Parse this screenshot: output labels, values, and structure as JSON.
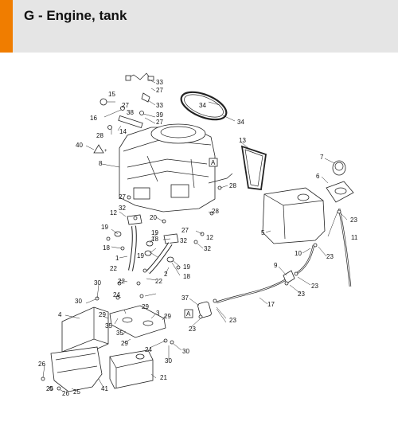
{
  "header": {
    "title": "G - Engine, tank",
    "accent_color": "#f07d00",
    "background_color": "#e5e5e5"
  },
  "diagram": {
    "callout_markers": [
      "A",
      "A"
    ],
    "labels": [
      "33",
      "27",
      "15",
      "33",
      "27",
      "38",
      "39",
      "27",
      "16",
      "14",
      "28",
      "34",
      "34",
      "13",
      "40",
      "8",
      "7",
      "6",
      "23",
      "28",
      "27",
      "32",
      "12",
      "20",
      "28",
      "5",
      "19",
      "19",
      "27",
      "12",
      "32",
      "18",
      "18",
      "32",
      "11",
      "23",
      "10",
      "1",
      "19",
      "9",
      "19",
      "2",
      "18",
      "23",
      "22",
      "30",
      "22",
      "22",
      "30",
      "24",
      "23",
      "17",
      "37",
      "4",
      "29",
      "3",
      "29",
      "35",
      "29",
      "35",
      "23",
      "23",
      "29",
      "24",
      "30",
      "26",
      "30",
      "21",
      "25",
      "26",
      "25",
      "41"
    ]
  }
}
